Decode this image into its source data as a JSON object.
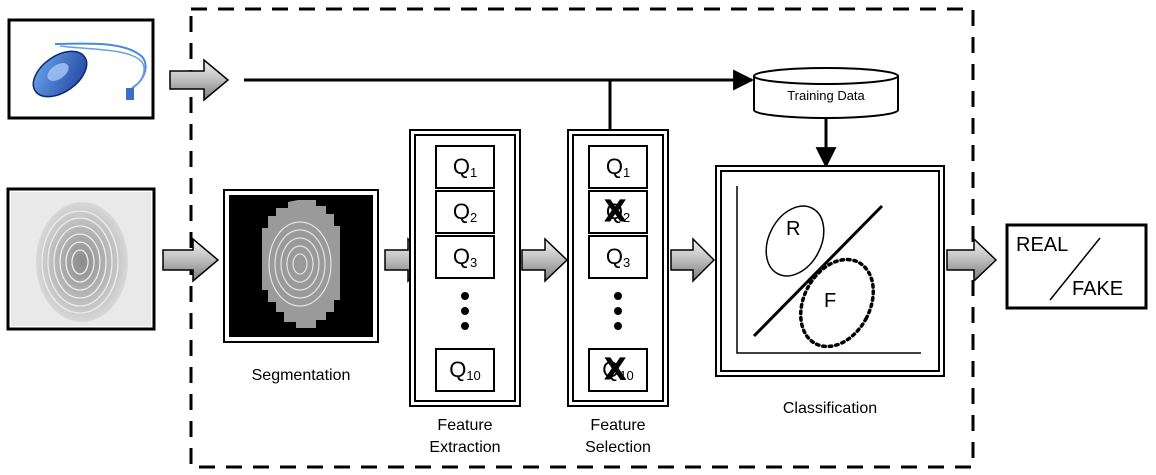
{
  "captions": {
    "segmentation": "Segmentation",
    "extraction_line1": "Feature",
    "extraction_line2": "Extraction",
    "selection_line1": "Feature",
    "selection_line2": "Selection",
    "classification": "Classification"
  },
  "training_data": "Training Data",
  "features_extraction": [
    {
      "letter": "Q",
      "index": "1"
    },
    {
      "letter": "Q",
      "index": "2"
    },
    {
      "letter": "Q",
      "index": "3"
    },
    {
      "letter": "Q",
      "index": "10"
    }
  ],
  "features_selection": [
    {
      "letter": "Q",
      "index": "1",
      "removed": false
    },
    {
      "letter": "Q",
      "index": "2",
      "removed": true
    },
    {
      "letter": "Q",
      "index": "3",
      "removed": false
    },
    {
      "letter": "Q",
      "index": "10",
      "removed": true
    }
  ],
  "removed_mark": "X",
  "classes": {
    "real_label": "R",
    "fake_label": "F"
  },
  "output": {
    "real": "REAL",
    "fake": "FAKE"
  },
  "icons": [
    "fingerprint-sensor-icon",
    "fingerprint-image-icon",
    "segmented-fingerprint-icon"
  ]
}
